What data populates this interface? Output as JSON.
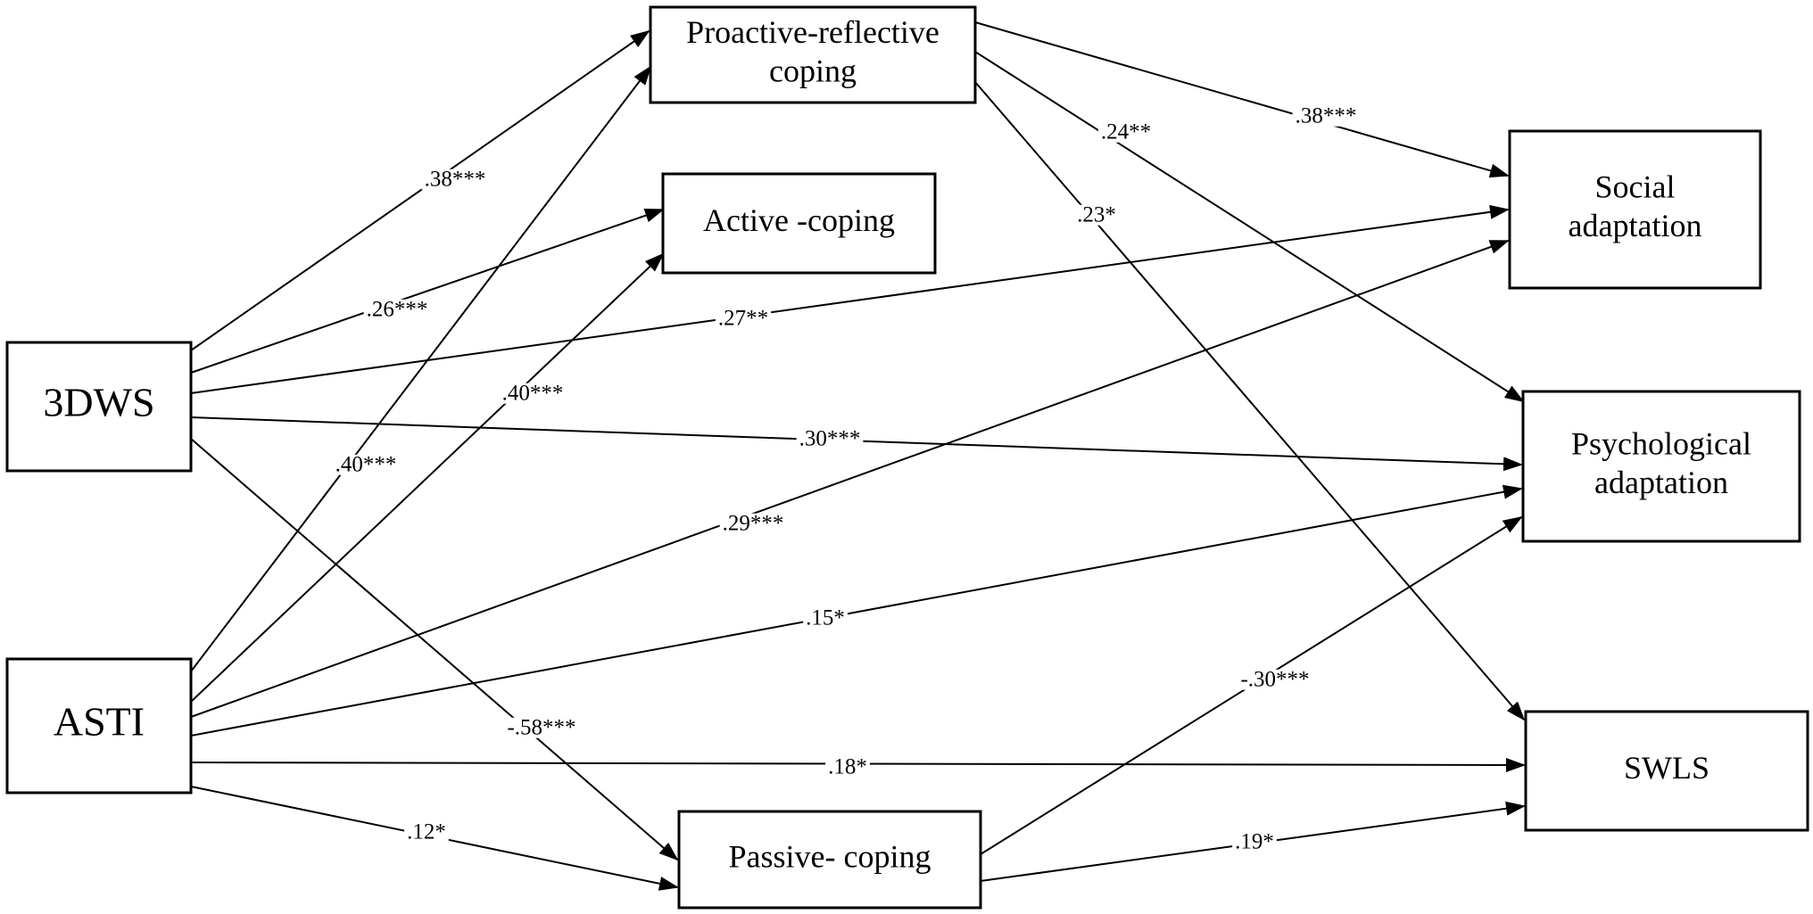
{
  "nodes": {
    "proactive": [
      "Proactive-reflective",
      "coping"
    ],
    "active": [
      "Active -coping"
    ],
    "passive": [
      "Passive- coping"
    ],
    "dws": [
      "3DWS"
    ],
    "asti": [
      "ASTI"
    ],
    "social": [
      "Social",
      "adaptation"
    ],
    "psych": [
      "Psychological",
      "adaptation"
    ],
    "swls": [
      "SWLS"
    ]
  },
  "edges": [
    {
      "id": "dws-proactive",
      "from": "dws",
      "to": "proactive",
      "coef": ".38***"
    },
    {
      "id": "dws-active",
      "from": "dws",
      "to": "active",
      "coef": ".26***"
    },
    {
      "id": "dws-social",
      "from": "dws",
      "to": "social",
      "coef": ".27**"
    },
    {
      "id": "dws-psych",
      "from": "dws",
      "to": "psych",
      "coef": ".30***"
    },
    {
      "id": "dws-passive",
      "from": "dws",
      "to": "passive",
      "coef": "-.58***"
    },
    {
      "id": "asti-proactive",
      "from": "asti",
      "to": "proactive",
      "coef": ".40***"
    },
    {
      "id": "asti-active",
      "from": "asti",
      "to": "active",
      "coef": ".40***"
    },
    {
      "id": "asti-social",
      "from": "asti",
      "to": "social",
      "coef": ".29***"
    },
    {
      "id": "asti-psych",
      "from": "asti",
      "to": "psych",
      "coef": ".15*"
    },
    {
      "id": "asti-swls",
      "from": "asti",
      "to": "swls",
      "coef": ".18*"
    },
    {
      "id": "asti-passive",
      "from": "asti",
      "to": "passive",
      "coef": ".12*"
    },
    {
      "id": "proactive-social",
      "from": "proactive",
      "to": "social",
      "coef": ".38***"
    },
    {
      "id": "proactive-psych",
      "from": "proactive",
      "to": "psych",
      "coef": ".24**"
    },
    {
      "id": "proactive-swls",
      "from": "proactive",
      "to": "swls",
      "coef": ".23*"
    },
    {
      "id": "passive-psych",
      "from": "passive",
      "to": "psych",
      "coef": "-.30***"
    },
    {
      "id": "passive-swls",
      "from": "passive",
      "to": "swls",
      "coef": ".19*"
    }
  ]
}
